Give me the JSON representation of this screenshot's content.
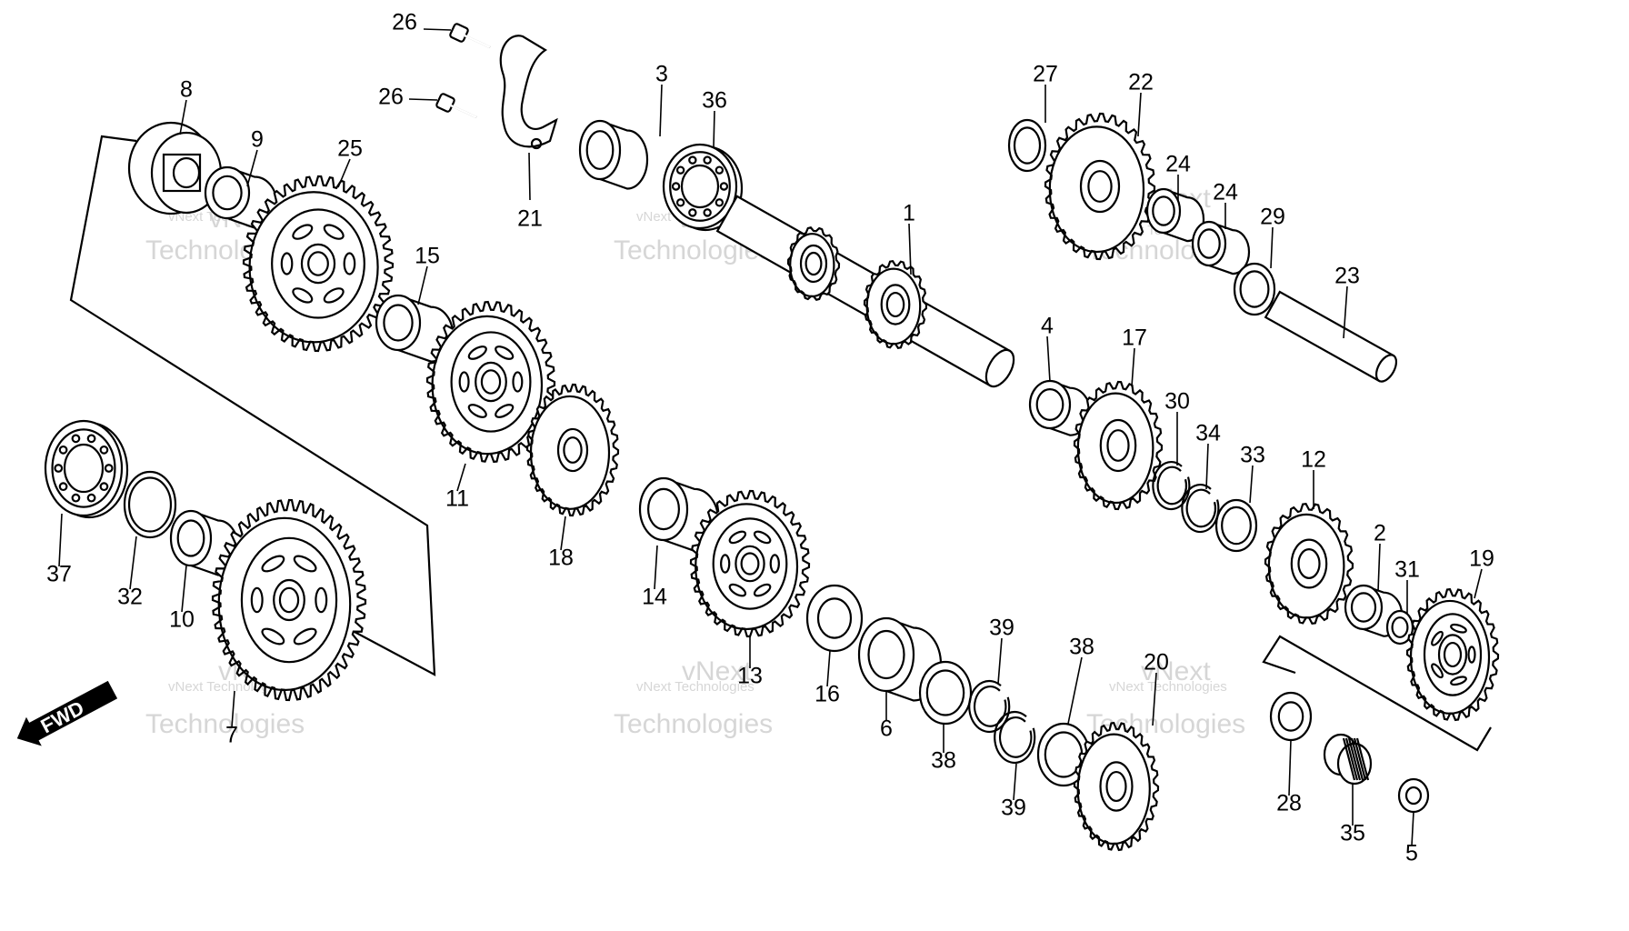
{
  "watermark": {
    "small": "vNext Technologies",
    "big_line1": "vNext",
    "big_line2": "Technologies"
  },
  "direction_label": "FWD",
  "callouts": [
    "26",
    "26",
    "21",
    "8",
    "9",
    "25",
    "15",
    "3",
    "36",
    "1",
    "27",
    "22",
    "24",
    "24",
    "29",
    "23",
    "4",
    "17",
    "30",
    "34",
    "33",
    "12",
    "2",
    "31",
    "19",
    "11",
    "18",
    "14",
    "13",
    "16",
    "6",
    "38",
    "39",
    "38",
    "39",
    "20",
    "28",
    "35",
    "5",
    "37",
    "32",
    "10",
    "7"
  ]
}
